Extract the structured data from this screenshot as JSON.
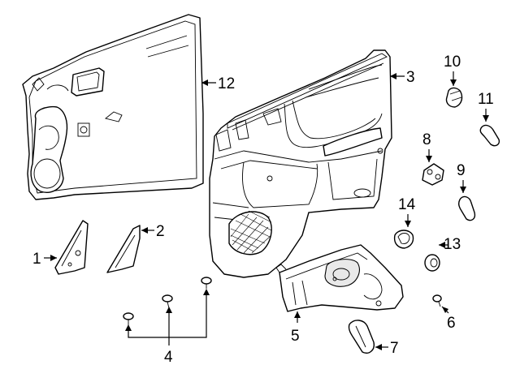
{
  "callouts": {
    "c1": "1",
    "c2": "2",
    "c3": "3",
    "c4": "4",
    "c5": "5",
    "c6": "6",
    "c7": "7",
    "c8": "8",
    "c9": "9",
    "c10": "10",
    "c11": "11",
    "c12": "12",
    "c13": "13",
    "c14": "14"
  },
  "icons": {
    "background": "#ffffff",
    "line_color": "#000000"
  }
}
